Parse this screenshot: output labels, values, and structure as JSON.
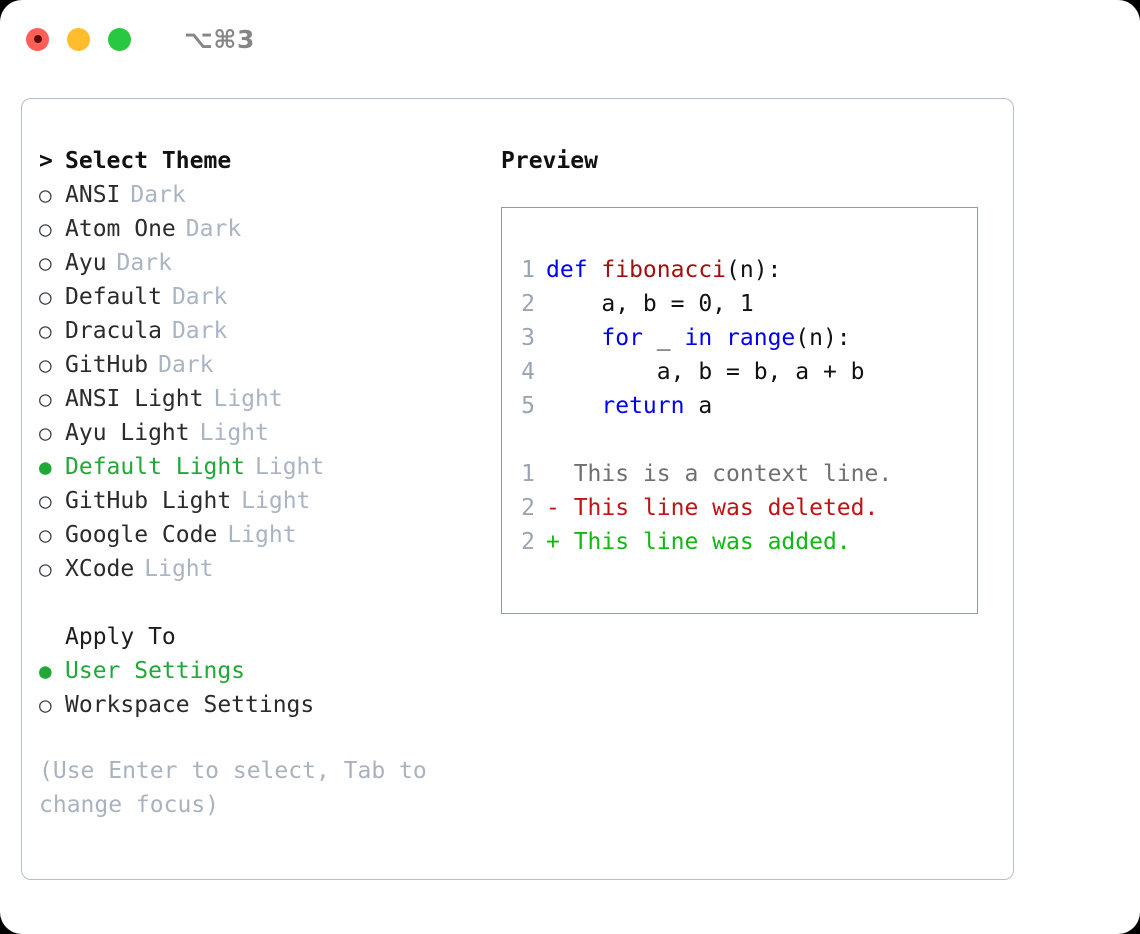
{
  "titlebar": {
    "shortcut": "⌥⌘3",
    "buttons": [
      {
        "name": "close",
        "color": "#ff5f57"
      },
      {
        "name": "minimize",
        "color": "#ffbd2e"
      },
      {
        "name": "maximize",
        "color": "#28c840"
      }
    ]
  },
  "colors": {
    "accent_green": "#22a838",
    "tag_gray": "#a9b4c4",
    "hint_gray": "#a9b2bf",
    "panel_border": "#b6bfcc",
    "preview_border": "#8d9bae",
    "keyword_blue": "#0000ee",
    "function_red": "#a01010",
    "diff_deleted": "#c01313",
    "diff_added": "#12b812",
    "line_number": "#9aa5b4"
  },
  "theme_list": {
    "caret": ">",
    "title": "Select Theme",
    "bullet_selected": "●",
    "bullet_unselected": "○",
    "items": [
      {
        "name": "ANSI",
        "tag": "Dark",
        "selected": false
      },
      {
        "name": "Atom One",
        "tag": "Dark",
        "selected": false
      },
      {
        "name": "Ayu",
        "tag": "Dark",
        "selected": false
      },
      {
        "name": "Default",
        "tag": "Dark",
        "selected": false
      },
      {
        "name": "Dracula",
        "tag": "Dark",
        "selected": false
      },
      {
        "name": "GitHub",
        "tag": "Dark",
        "selected": false
      },
      {
        "name": "ANSI Light",
        "tag": "Light",
        "selected": false
      },
      {
        "name": "Ayu Light",
        "tag": "Light",
        "selected": false
      },
      {
        "name": "Default Light",
        "tag": "Light",
        "selected": true
      },
      {
        "name": "GitHub Light",
        "tag": "Light",
        "selected": false
      },
      {
        "name": "Google Code",
        "tag": "Light",
        "selected": false
      },
      {
        "name": "XCode",
        "tag": "Light",
        "selected": false
      }
    ]
  },
  "apply_to": {
    "title": "Apply To",
    "options": [
      {
        "label": "User Settings",
        "selected": true
      },
      {
        "label": "Workspace Settings",
        "selected": false
      }
    ]
  },
  "hint": "(Use Enter to select, Tab to change focus)",
  "preview": {
    "title": "Preview",
    "code_lines": [
      {
        "num": "1",
        "tokens": [
          {
            "t": "def ",
            "c": "kw"
          },
          {
            "t": "fibonacci",
            "c": "fn"
          },
          {
            "t": "(n):",
            "c": "plain"
          }
        ]
      },
      {
        "num": "2",
        "tokens": [
          {
            "t": "    a, b = 0, 1",
            "c": "plain"
          }
        ]
      },
      {
        "num": "3",
        "tokens": [
          {
            "t": "    ",
            "c": "plain"
          },
          {
            "t": "for",
            "c": "kw"
          },
          {
            "t": " _ ",
            "c": "plain"
          },
          {
            "t": "in range",
            "c": "kw"
          },
          {
            "t": "(n):",
            "c": "plain"
          }
        ]
      },
      {
        "num": "4",
        "tokens": [
          {
            "t": "        a, b = b, a + b",
            "c": "plain"
          }
        ]
      },
      {
        "num": "5",
        "tokens": [
          {
            "t": "    ",
            "c": "plain"
          },
          {
            "t": "return",
            "c": "kw"
          },
          {
            "t": " a",
            "c": "plain"
          }
        ]
      }
    ],
    "diff_lines": [
      {
        "num": "1",
        "marker": " ",
        "text": " This is a context line.",
        "kind": "ctx"
      },
      {
        "num": "2",
        "marker": "-",
        "text": " This line was deleted.",
        "kind": "del"
      },
      {
        "num": "2",
        "marker": "+",
        "text": " This line was added.",
        "kind": "add"
      }
    ]
  }
}
